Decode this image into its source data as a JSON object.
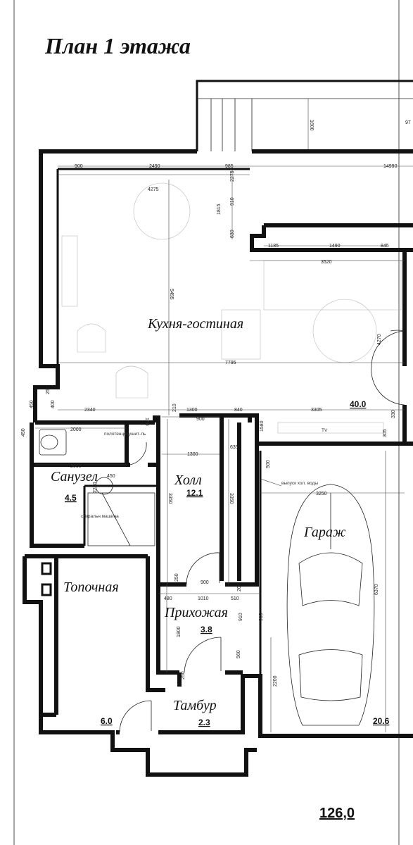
{
  "title": "План 1 этажа",
  "total_area": "126,0",
  "rooms": {
    "kitchen": {
      "name": "Кухня-гостиная",
      "area": "40.0"
    },
    "hall": {
      "name": "Холл",
      "area": "12.1"
    },
    "bathroom": {
      "name": "Санузел",
      "area": "4.5"
    },
    "garage": {
      "name": "Гараж",
      "area": "20.6"
    },
    "boiler": {
      "name": "Топочная",
      "area": "6.0"
    },
    "entry": {
      "name": "Прихожая",
      "area": "3.8"
    },
    "vestibule": {
      "name": "Тамбур",
      "area": "2.3"
    }
  },
  "notes": {
    "tv": "TV",
    "water_outlet": "выпуск хол. воды",
    "towel_rail": "полотенцесушит-ль",
    "washer": "стиральн.машина"
  },
  "dimensions": {
    "d900a": "900",
    "d2490": "2490",
    "d985": "985",
    "d14990": "14990",
    "d4275": "4275",
    "d1600": "1600",
    "d97": "97",
    "d2275": "2275",
    "d1815": "1815",
    "d910a": "910",
    "d630": "630",
    "d1185": "1185",
    "d1490": "1490",
    "d845": "845",
    "d3520": "3520",
    "d5495": "5495",
    "d7795": "7795",
    "d4270": "4270",
    "d2340": "2340",
    "d210": "210",
    "d1300a": "1300",
    "d840": "840",
    "d3305": "3305",
    "d900b": "900",
    "d1580": "1580",
    "d330": "330",
    "d305": "305",
    "d2000a": "2000",
    "d150": "150",
    "d635": "635",
    "d1300b": "1300",
    "d2000b": "2000",
    "d500": "500",
    "d3250": "3250",
    "d3350a": "3350",
    "d3350b": "3350",
    "d6370": "6370",
    "d900c": "900",
    "d480": "480",
    "d1010": "1010",
    "d510": "510",
    "d250a": "250",
    "d200": "200",
    "d910b": "910",
    "d910c": "910",
    "d1800": "1800",
    "d560": "560",
    "d2200": "2200",
    "d250b": "250",
    "d450a": "450",
    "d2250": "2250",
    "d450b": "450",
    "d400": "400",
    "d255": "255",
    "d450c": "450"
  }
}
